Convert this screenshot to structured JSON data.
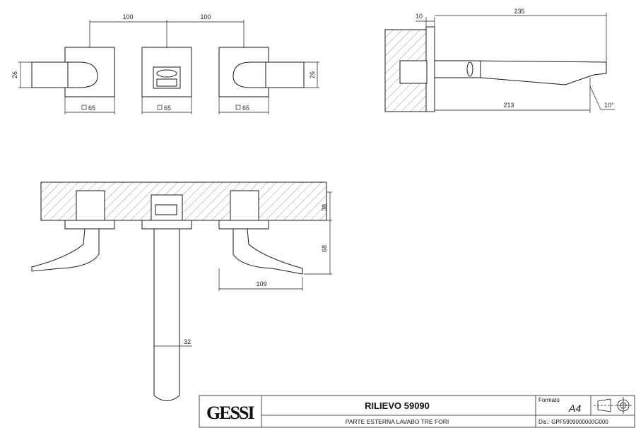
{
  "front_view": {
    "spacing_left": "100",
    "spacing_right": "100",
    "height_left": "26",
    "height_right": "26",
    "plate_left": "65",
    "plate_center": "65",
    "plate_right": "65"
  },
  "side_view": {
    "wall_offset": "10",
    "total_length": "235",
    "projection": "213",
    "angle": "10°"
  },
  "top_view": {
    "plate_depth": "38",
    "handle_depth": "68",
    "handle_reach": "109",
    "spout_width": "32"
  },
  "title_block": {
    "logo": "GESSI",
    "product": "RILIEVO 59090",
    "description": "PARTE ESTERNA LAVABO TRE FORI",
    "format_label": "Formato",
    "format_value": "A4",
    "drawing_number": "Dis.: GPF5909000000G000"
  },
  "colors": {
    "line": "#1a1a1a",
    "hatch": "#6b6b6b",
    "paper": "#ffffff"
  }
}
